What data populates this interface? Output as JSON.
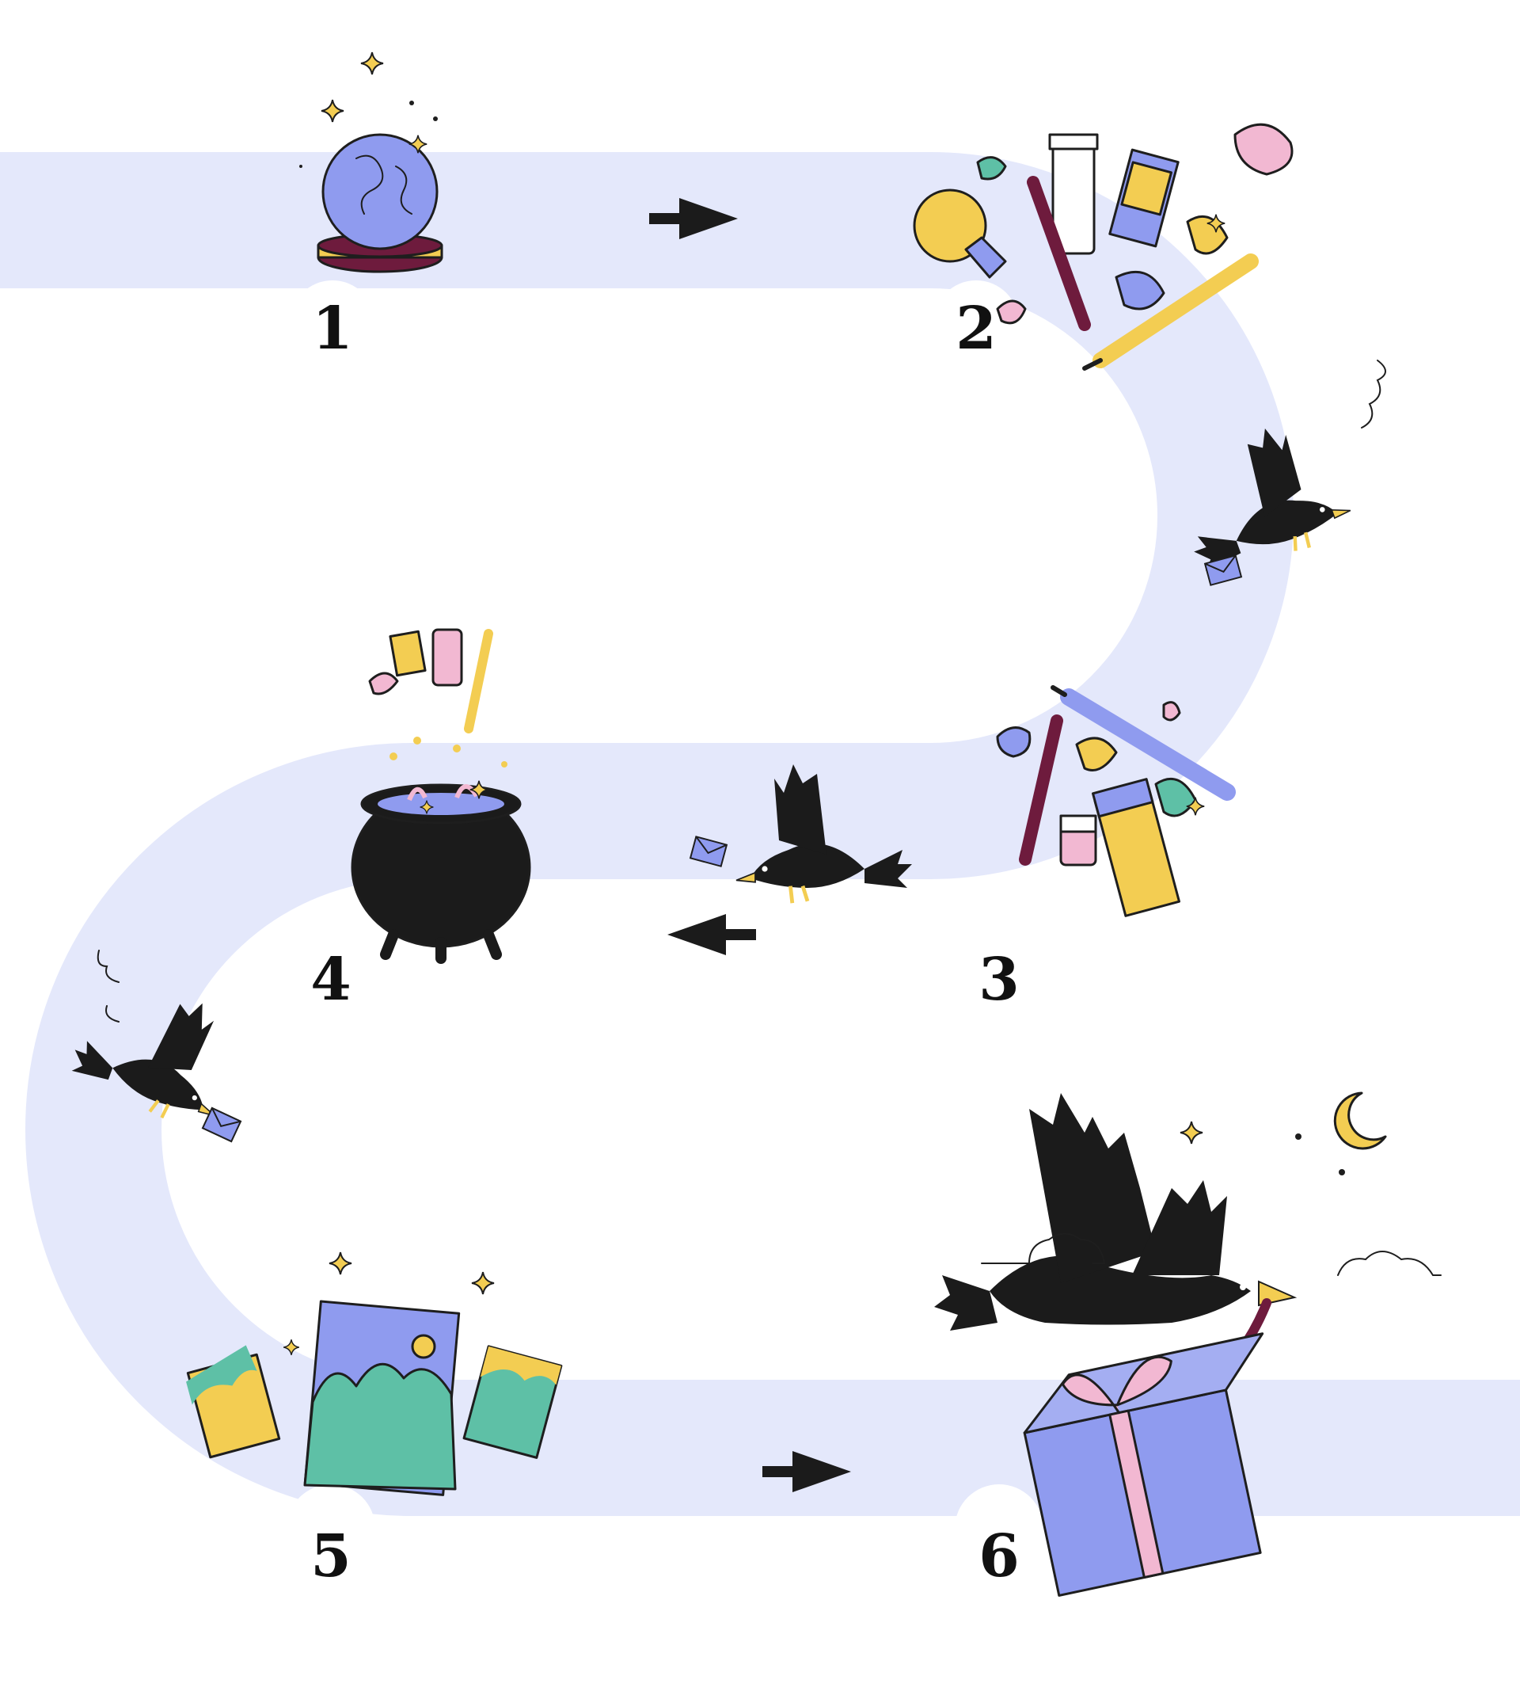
{
  "colors": {
    "path": "#e4e8fb",
    "ink": "#111111",
    "blue": "#8f9bef",
    "yellow": "#f3cd52",
    "green": "#5ec0a6",
    "pink": "#f2b8d2",
    "maroon": "#6e1b3d",
    "crow": "#1b1b1b"
  },
  "steps": [
    {
      "number": "1",
      "icon": "crystal-ball-icon"
    },
    {
      "number": "2",
      "icon": "art-supplies-icon"
    },
    {
      "number": "3",
      "icon": "art-supplies-icon"
    },
    {
      "number": "4",
      "icon": "cauldron-icon"
    },
    {
      "number": "5",
      "icon": "artwork-images-icon"
    },
    {
      "number": "6",
      "icon": "gift-box-icon"
    }
  ],
  "decorations": [
    "crow-with-envelope-icon",
    "crow-with-envelope-icon",
    "crow-with-envelope-icon",
    "crow-with-envelope-icon",
    "crow-with-gift-icon",
    "moon-icon",
    "cloud-icon",
    "sparkle-icon",
    "arrow-icon"
  ]
}
